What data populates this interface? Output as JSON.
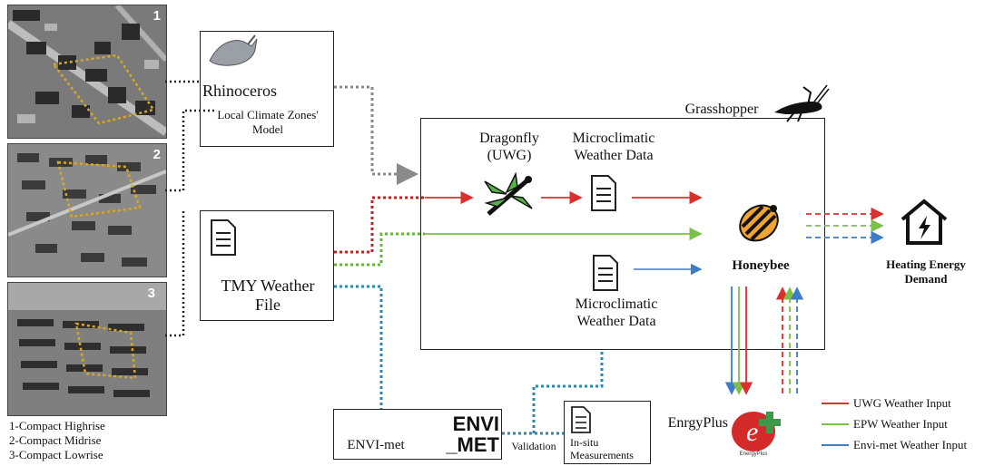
{
  "colors": {
    "uwg": "#d93030",
    "epw": "#7cc04a",
    "envi": "#3e7cc8",
    "rhino": "#8a8a8a",
    "dark": "#222222",
    "teal": "#2e86a8",
    "aerial_outline": "#d8a825"
  },
  "aerials": [
    {
      "number": "1"
    },
    {
      "number": "2"
    },
    {
      "number": "3"
    }
  ],
  "zone_legend": [
    "1-Compact Highrise",
    "2-Compact Midrise",
    "3-Compact Lowrise"
  ],
  "rhino": {
    "title": "Rhinoceros",
    "subtitle_line1": "Local Climate Zones'",
    "subtitle_line2": "Model",
    "icon": "rhinoceros-logo-icon"
  },
  "tmy": {
    "line1": "TMY Weather",
    "line2": "File",
    "icon": "document-icon"
  },
  "grasshopper": {
    "label": "Grasshopper",
    "icon": "grasshopper-insect-icon"
  },
  "dragonfly": {
    "line1": "Dragonfly",
    "line2": "(UWG)",
    "icon": "dragonfly-icon"
  },
  "micro_top": {
    "line1": "Microclimatic",
    "line2": "Weather Data",
    "icon": "document-icon"
  },
  "micro_bottom": {
    "line1": "Microclimatic",
    "line2": "Weather Data",
    "icon": "document-icon"
  },
  "honeybee": {
    "label": "Honeybee",
    "icon": "honeybee-icon"
  },
  "heating": {
    "line1": "Heating Energy",
    "line2": "Demand",
    "icon": "house-bolt-icon"
  },
  "envimet": {
    "label": "ENVI-met",
    "logo_top": "ENVI",
    "logo_bottom": "_MET"
  },
  "validation": "Validation",
  "insitu": {
    "line1": "In-situ",
    "line2": "Measurements",
    "icon": "document-icon"
  },
  "energyplus": {
    "label": "EnrgyPlus",
    "icon": "energyplus-logo-icon",
    "logo_small": "EnergyPlus"
  },
  "legend": [
    {
      "label": "UWG Weather Input",
      "color": "#d93030"
    },
    {
      "label": "EPW Weather Input",
      "color": "#7cc04a"
    },
    {
      "label": "Envi-met Weather Input",
      "color": "#3e7cc8"
    }
  ]
}
